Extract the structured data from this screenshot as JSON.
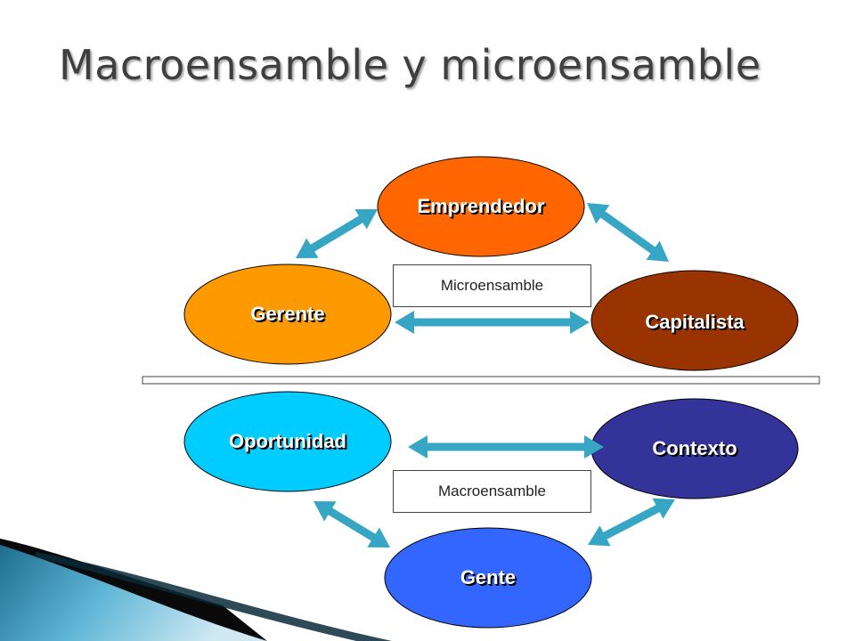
{
  "title": "Macroensamble y microensamble",
  "colors": {
    "arrow": "#36a6c4",
    "emprendedor": "#ff6600",
    "gerente": "#ff9900",
    "capitalista": "#993300",
    "oportunidad": "#00ccff",
    "contexto": "#333399",
    "gente": "#3366ff"
  },
  "micro": {
    "nodes": {
      "emprendedor": "Emprendedor",
      "gerente": "Gerente",
      "capitalista": "Capitalista"
    },
    "label": "Microensamble"
  },
  "macro": {
    "nodes": {
      "oportunidad": "Oportunidad",
      "contexto": "Contexto",
      "gente": "Gente"
    },
    "label": "Macroensamble"
  }
}
